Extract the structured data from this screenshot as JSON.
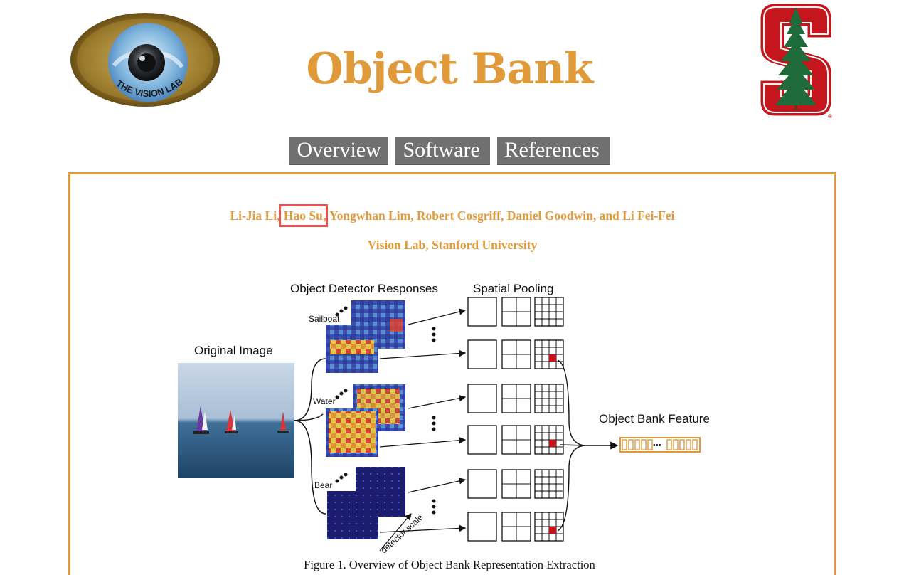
{
  "header": {
    "title": "Object Bank",
    "left_logo_text": "THE VISION LAB",
    "right_logo_registered": "®"
  },
  "nav": {
    "items": [
      {
        "label": "Overview"
      },
      {
        "label": "Software"
      },
      {
        "label": "References"
      }
    ]
  },
  "content": {
    "authors_before": "Li-Jia Li, ",
    "authors_highlight": "Hao Su",
    "authors_after": ", Yongwhan Lim, Robert Cosgriff, Daniel Goodwin, and Li Fei-Fei",
    "affiliation": "Vision Lab, Stanford University"
  },
  "figure": {
    "original_image_label": "Original Image",
    "detector_responses_label": "Object Detector Responses",
    "spatial_pooling_label": "Spatial Pooling",
    "object_bank_feature_label": "Object Bank Feature",
    "row_labels": [
      "Sailboat",
      "Water",
      "Bear"
    ],
    "detector_scale_label": "detector scale",
    "caption": "Figure 1. Overview of Object Bank Representation Extraction"
  },
  "colors": {
    "accent": "#e09a3a",
    "nav_bg": "#707070",
    "highlight_box": "#ee5050",
    "stanford_red": "#c4161c",
    "tree_green": "#1f6b3a"
  }
}
